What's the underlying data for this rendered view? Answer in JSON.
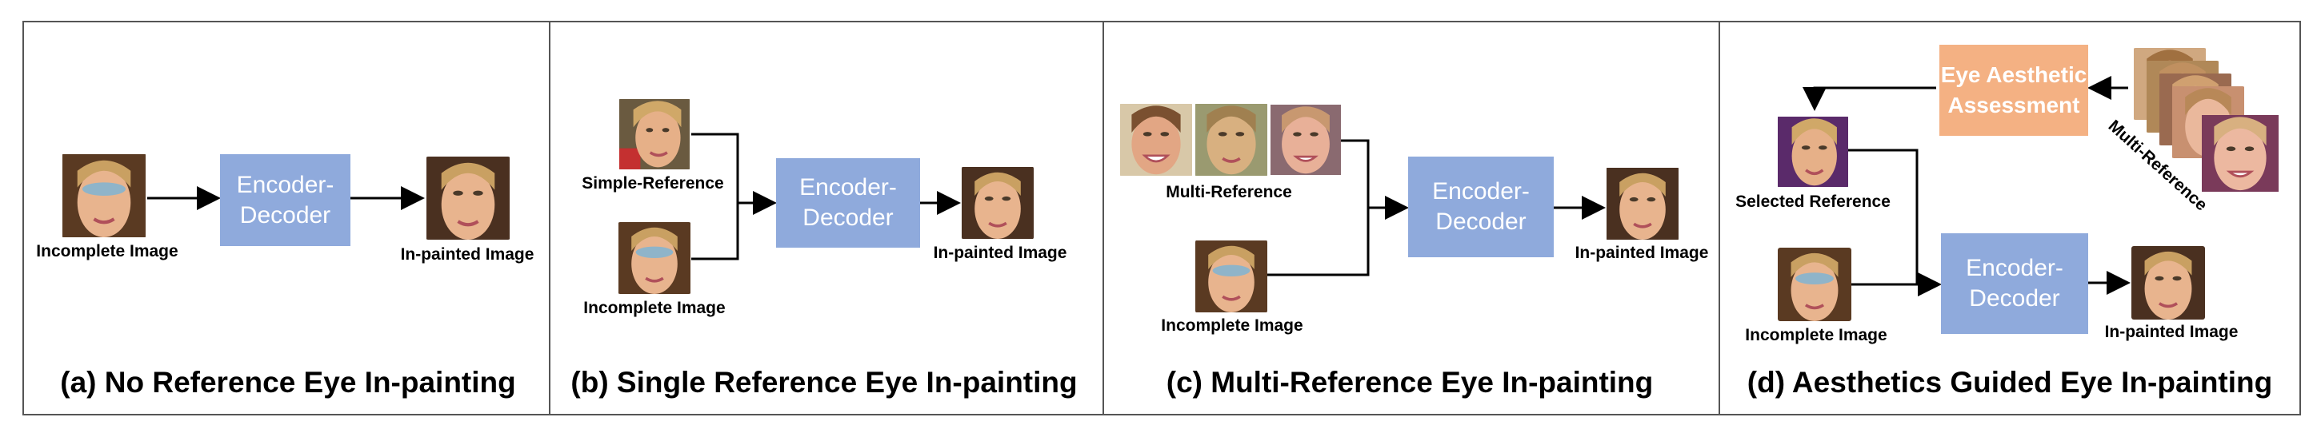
{
  "panels": {
    "a": {
      "caption": "(a) No Reference Eye In-painting",
      "incomplete_label": "Incomplete Image",
      "inpainted_label": "In-painted Image",
      "box_line1": "Encoder-",
      "box_line2": "Decoder"
    },
    "b": {
      "caption": "(b) Single Reference Eye In-painting",
      "reference_label": "Simple-Reference",
      "incomplete_label": "Incomplete Image",
      "inpainted_label": "In-painted Image",
      "box_line1": "Encoder-",
      "box_line2": "Decoder"
    },
    "c": {
      "caption": "(c) Multi-Reference Eye In-painting",
      "reference_label": "Multi-Reference",
      "incomplete_label": "Incomplete Image",
      "inpainted_label": "In-painted Image",
      "box_line1": "Encoder-",
      "box_line2": "Decoder"
    },
    "d": {
      "caption": "(d) Aesthetics Guided Eye In-painting",
      "assessment_line1": "Eye Aesthetic",
      "assessment_line2": "Assessment",
      "multi_reference_label": "Multi-Reference",
      "selected_label": "Selected Reference",
      "incomplete_label": "Incomplete Image",
      "inpainted_label": "In-painted Image",
      "box_line1": "Encoder-",
      "box_line2": "Decoder"
    }
  },
  "colors": {
    "encoder_box": "#8faadc",
    "assessment_box": "#f4b183",
    "border": "#555555",
    "eye_mask": "#8fb4c9"
  }
}
